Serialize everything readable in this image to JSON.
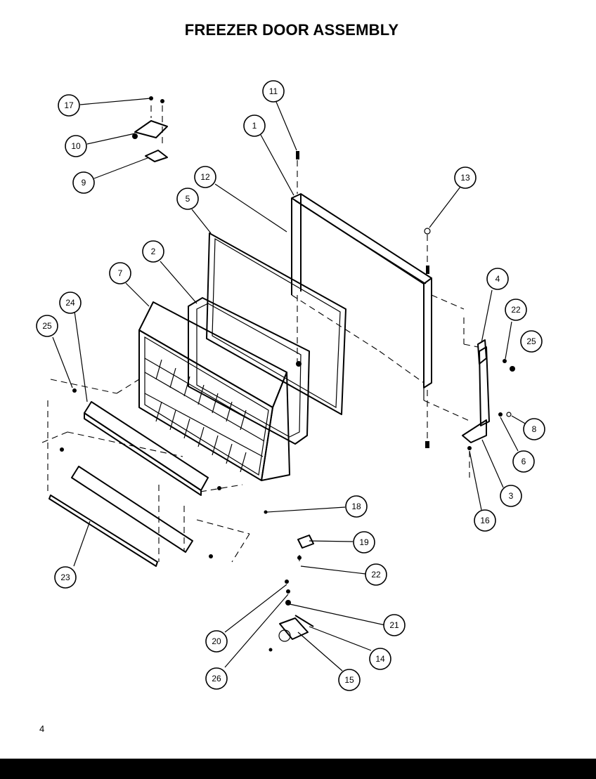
{
  "title": "FREEZER DOOR ASSEMBLY",
  "page_number": "4",
  "callouts": [
    "17",
    "10",
    "9",
    "11",
    "1",
    "12",
    "13",
    "5",
    "2",
    "7",
    "4",
    "22",
    "25",
    "24",
    "25",
    "8",
    "6",
    "3",
    "16",
    "18",
    "19",
    "22",
    "23",
    "21",
    "20",
    "14",
    "26",
    "15"
  ]
}
